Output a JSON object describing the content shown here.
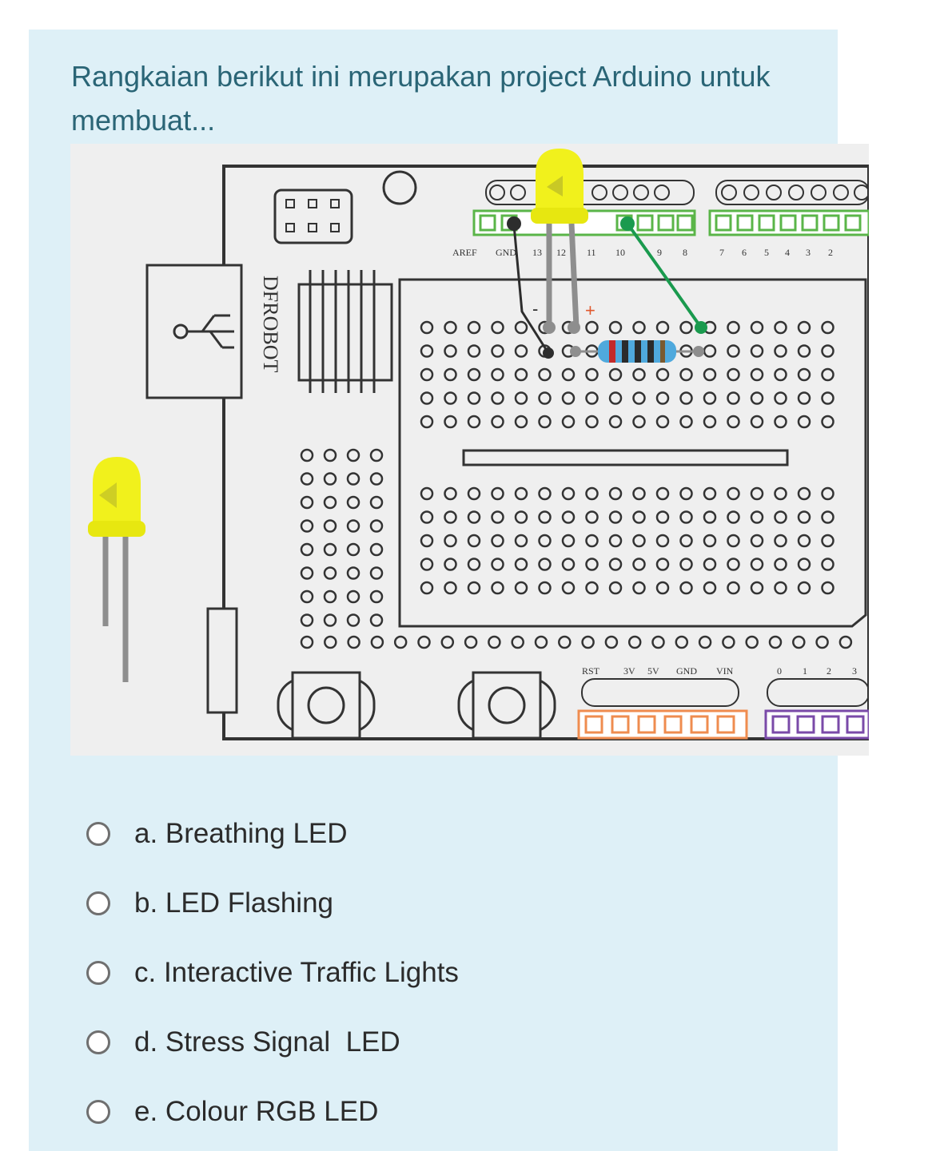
{
  "question": {
    "text": "Rangkaian berikut ini merupakan project Arduino untuk membuat..."
  },
  "figure": {
    "board_brand": "DFROBOT",
    "led_color": "#f1f11c",
    "wire_colors": {
      "green": "#1a9a4e",
      "black": "#2d2d2d",
      "grey": "#8e8e8e"
    },
    "header_colors": {
      "top": "#5ab548",
      "power": "#ef8c4f",
      "analog": "#7a4aa8"
    },
    "polarity_minus": "-",
    "polarity_plus": "+",
    "top_pin_labels": [
      "AREF",
      "GND",
      "13",
      "12",
      "11",
      "10",
      "9",
      "8",
      "7",
      "6",
      "5",
      "4",
      "3",
      "2"
    ],
    "power_pin_labels": [
      "RST",
      "3V",
      "5V",
      "GND",
      "VIN"
    ],
    "analog_pin_labels": [
      "0",
      "1",
      "2",
      "3"
    ]
  },
  "options": [
    {
      "label": "a. Breathing LED"
    },
    {
      "label": "b. LED Flashing"
    },
    {
      "label": "c. Interactive Traffic Lights"
    },
    {
      "label": "d. Stress Signal  LED"
    },
    {
      "label": "e. Colour RGB LED"
    }
  ]
}
